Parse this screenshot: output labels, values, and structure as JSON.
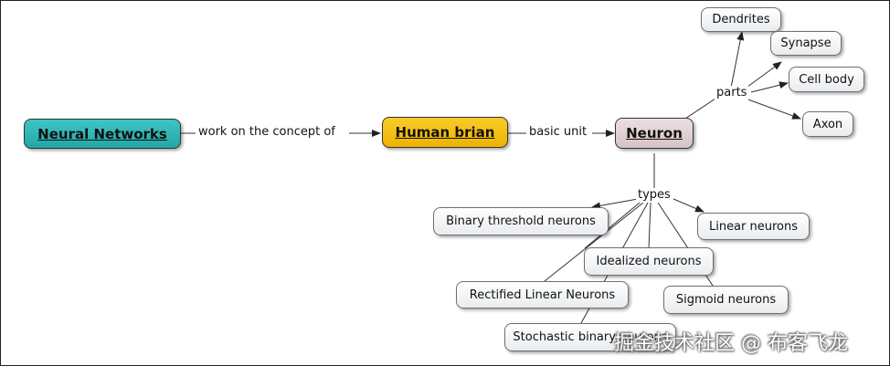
{
  "nodes": {
    "neural_networks": "Neural Networks",
    "human_brian": "Human brian",
    "neuron": "Neuron",
    "dendrites": "Dendrites",
    "synapse": "Synapse",
    "cell_body": "Cell body",
    "axon": "Axon",
    "binary_threshold": "Binary threshold neurons",
    "linear": "Linear neurons",
    "idealized": "Idealized neurons",
    "rectified_linear": "Rectified Linear Neurons",
    "sigmoid": "Sigmoid neurons",
    "stochastic": "Stochastic binary neurons"
  },
  "links": {
    "work_on": "work on the concept of",
    "basic_unit": "basic unit",
    "parts": "parts",
    "types": "types"
  },
  "colors": {
    "neural_networks": "#2bb5b4",
    "human_brian": "#f4bd14",
    "neuron": "#e2d2d5",
    "leaf": "#edf0f2"
  },
  "watermark": "掘金技术社区 @ 布客飞龙"
}
